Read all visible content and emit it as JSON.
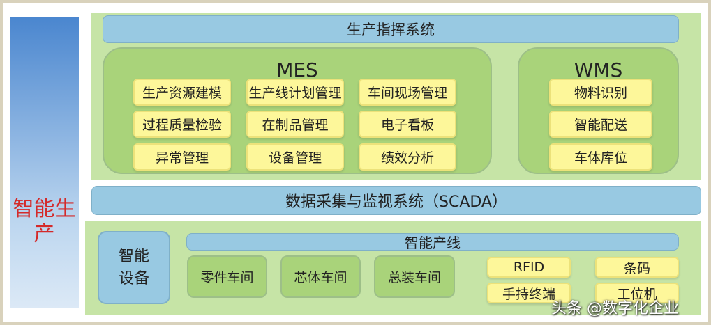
{
  "left_label": "智能生产",
  "top_bar": "生产指挥系统",
  "mes": {
    "title": "MES",
    "cells": [
      "生产资源建模",
      "生产线计划管理",
      "车间现场管理",
      "过程质量检验",
      "在制品管理",
      "电子看板",
      "异常管理",
      "设备管理",
      "绩效分析"
    ]
  },
  "wms": {
    "title": "WMS",
    "cells": [
      "物料识别",
      "智能配送",
      "车体库位"
    ]
  },
  "scada": "数据采集与监视系统（SCADA）",
  "devices": "智能设备",
  "line": {
    "title": "智能产线",
    "workshops": [
      "零件车间",
      "芯体车间",
      "总装车间"
    ],
    "items": [
      "RFID",
      "条码",
      "手持终端",
      "工位机"
    ]
  },
  "watermark": "头条 @数字化企业"
}
